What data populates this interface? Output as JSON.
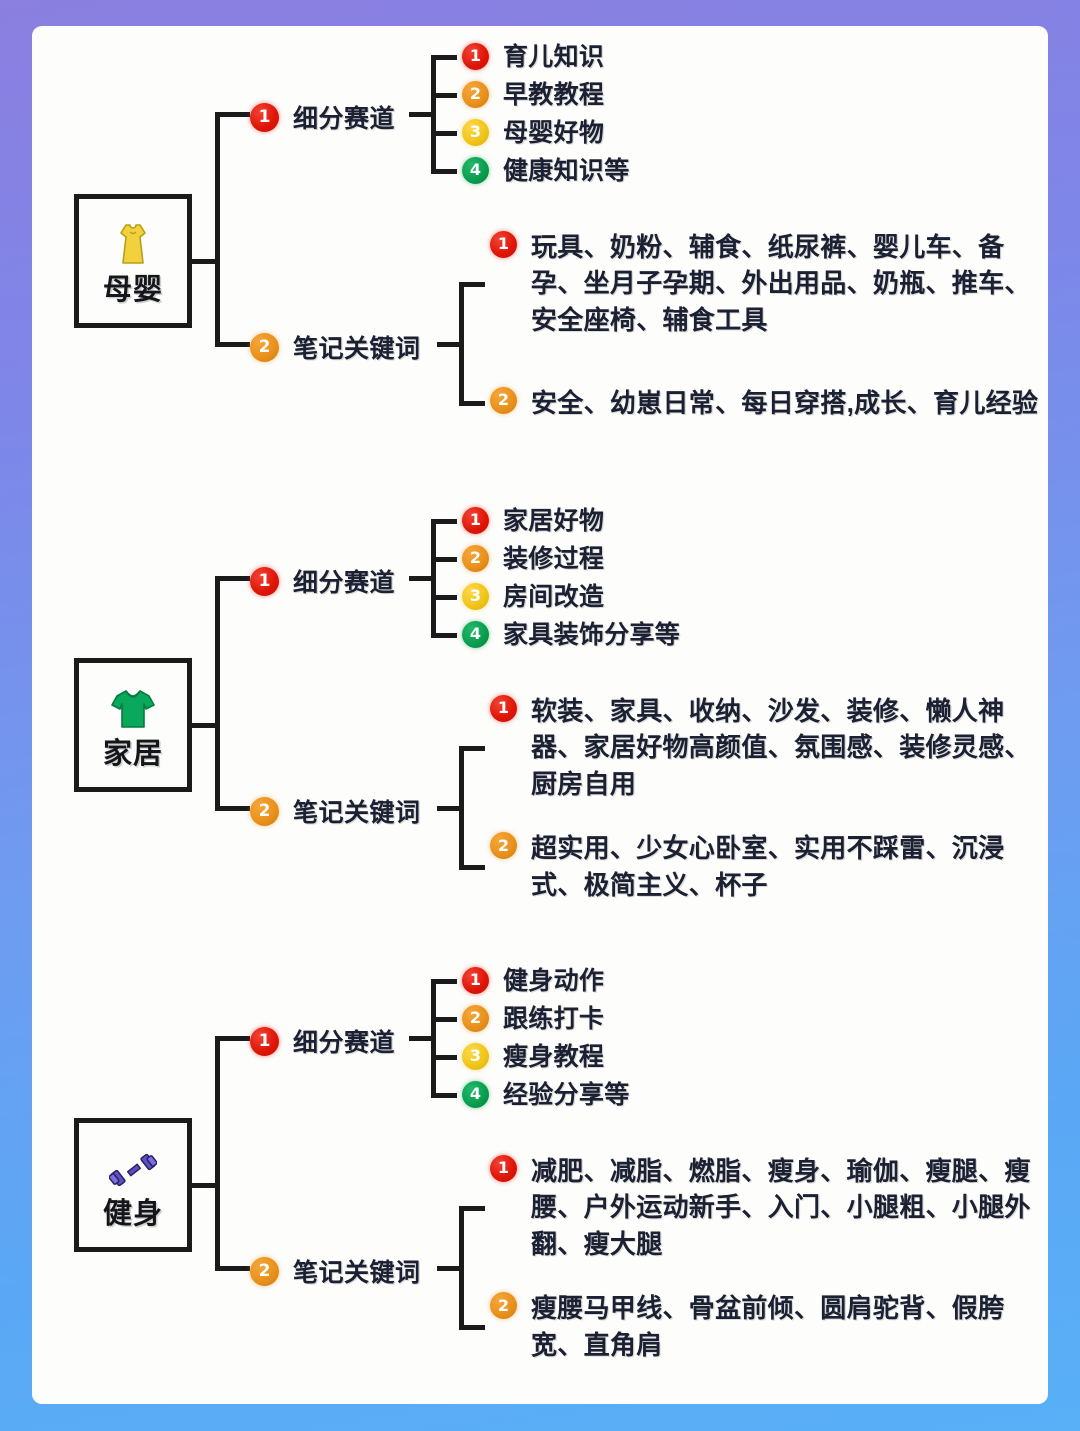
{
  "theme": {
    "border_gradient_top": "#8b7fe0",
    "border_gradient_bottom": "#5aa8f5",
    "canvas_bg": "#fdfdfb",
    "line_color": "#1b1b1b",
    "text_color": "#1b2033",
    "badge_colors": [
      "#de1507",
      "#e8901c",
      "#f0c419",
      "#0a9d4e"
    ]
  },
  "watermark": "",
  "sections": [
    {
      "id": "maternal-baby",
      "root_label": "母婴",
      "root_icon": "dress-icon",
      "root_icon_color": "#f2d23c",
      "branches": [
        {
          "index": "1",
          "badge": 1,
          "label": "细分赛道",
          "type": "list",
          "items": [
            {
              "badge": 1,
              "text": "育儿知识"
            },
            {
              "badge": 2,
              "text": "早教教程"
            },
            {
              "badge": 3,
              "text": "母婴好物"
            },
            {
              "badge": 4,
              "text": "健康知识等"
            }
          ]
        },
        {
          "index": "2",
          "badge": 2,
          "label": "笔记关键词",
          "type": "keywords",
          "items": [
            {
              "badge": 1,
              "text": "玩具、奶粉、辅食、纸尿裤、婴儿车、备孕、坐月子孕期、外出用品、奶瓶、推车、安全座椅、辅食工具"
            },
            {
              "badge": 2,
              "text": "安全、幼崽日常、每日穿搭,成长、育儿经验"
            }
          ]
        }
      ]
    },
    {
      "id": "home-living",
      "root_label": "家居",
      "root_icon": "tshirt-icon",
      "root_icon_color": "#0aa85a",
      "branches": [
        {
          "index": "1",
          "badge": 1,
          "label": "细分赛道",
          "type": "list",
          "items": [
            {
              "badge": 1,
              "text": "家居好物"
            },
            {
              "badge": 2,
              "text": "装修过程"
            },
            {
              "badge": 3,
              "text": "房间改造"
            },
            {
              "badge": 4,
              "text": "家具装饰分享等"
            }
          ]
        },
        {
          "index": "2",
          "badge": 2,
          "label": "笔记关键词",
          "type": "keywords",
          "items": [
            {
              "badge": 1,
              "text": "软装、家具、收纳、沙发、装修、懒人神器、家居好物高颜值、氛围感、装修灵感、厨房自用"
            },
            {
              "badge": 2,
              "text": "超实用、少女心卧室、实用不踩雷、沉浸式、极简主义、杯子"
            }
          ]
        }
      ]
    },
    {
      "id": "fitness",
      "root_label": "健身",
      "root_icon": "dumbbell-icon",
      "root_icon_color": "#5b4fc4",
      "branches": [
        {
          "index": "1",
          "badge": 1,
          "label": "细分赛道",
          "type": "list",
          "items": [
            {
              "badge": 1,
              "text": "健身动作"
            },
            {
              "badge": 2,
              "text": "跟练打卡"
            },
            {
              "badge": 3,
              "text": "瘦身教程"
            },
            {
              "badge": 4,
              "text": "经验分享等"
            }
          ]
        },
        {
          "index": "2",
          "badge": 2,
          "label": "笔记关键词",
          "type": "keywords",
          "items": [
            {
              "badge": 1,
              "text": "减肥、减脂、燃脂、瘦身、瑜伽、瘦腿、瘦腰、户外运动新手、入门、小腿粗、小腿外翻、瘦大腿"
            },
            {
              "badge": 2,
              "text": "瘦腰马甲线、骨盆前倾、圆肩驼背、假胯宽、直角肩"
            }
          ]
        }
      ]
    }
  ]
}
